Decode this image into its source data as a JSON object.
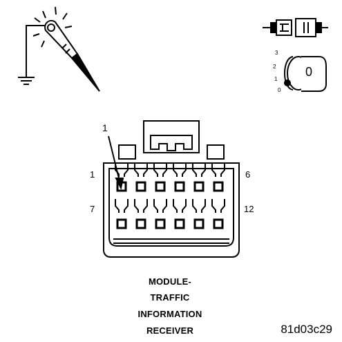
{
  "connector": {
    "callout_pin": "1",
    "row_top_first_pin": "1",
    "row_top_last_pin": "6",
    "row_bottom_first_pin": "7",
    "row_bottom_last_pin": "12"
  },
  "caption": {
    "line1": "MODULE-",
    "line2": "TRAFFIC",
    "line3": "INFORMATION",
    "line4": "RECEIVER"
  },
  "figure_code": "81d03c29",
  "ignition": {
    "position_3": "3",
    "position_2": "2",
    "position_1": "1",
    "position_0": "0",
    "key_label": "0"
  },
  "icons": [
    "test-probe-ground-icon",
    "connector-disconnected-icon",
    "ignition-key-off-icon"
  ]
}
